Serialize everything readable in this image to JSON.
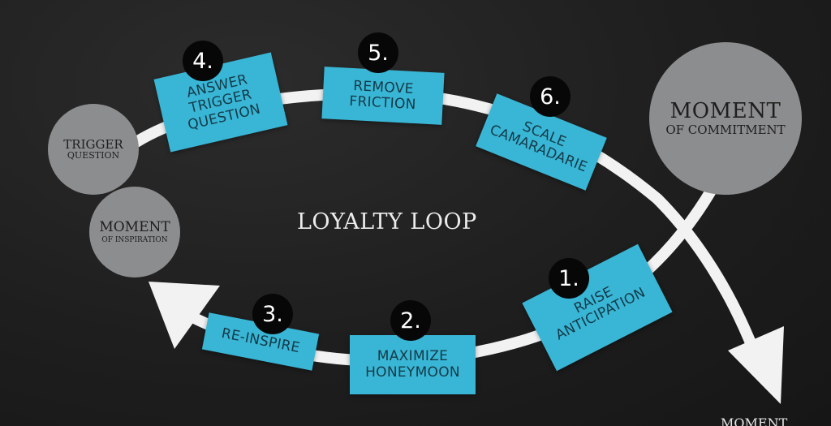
{
  "title": "LOYALTY LOOP",
  "colors": {
    "background": "#1d1d1d",
    "step_box": "#39b6d6",
    "circle": "#8c8d8f",
    "arc": "#f2f2f2",
    "number_badge": "#070707"
  },
  "moments": {
    "commitment": {
      "main": "MOMENT",
      "sub": "OF COMMITMENT"
    },
    "trigger": {
      "line1": "TRIGGER",
      "line2": "QUESTION"
    },
    "inspiration": {
      "main": "MOMENT",
      "sub": "OF INSPIRATION"
    },
    "cut_off": "MOMENT"
  },
  "steps": [
    {
      "number": "1.",
      "lines": [
        "RAISE",
        "ANTICIPATION"
      ]
    },
    {
      "number": "2.",
      "lines": [
        "MAXIMIZE",
        "HONEYMOON"
      ]
    },
    {
      "number": "3.",
      "lines": [
        "RE-INSPIRE"
      ]
    },
    {
      "number": "4.",
      "lines": [
        "ANSWER",
        "TRIGGER",
        "QUESTION"
      ]
    },
    {
      "number": "5.",
      "lines": [
        "REMOVE",
        "FRICTION"
      ]
    },
    {
      "number": "6.",
      "lines": [
        "SCALE",
        "CAMARADARIE"
      ]
    }
  ]
}
